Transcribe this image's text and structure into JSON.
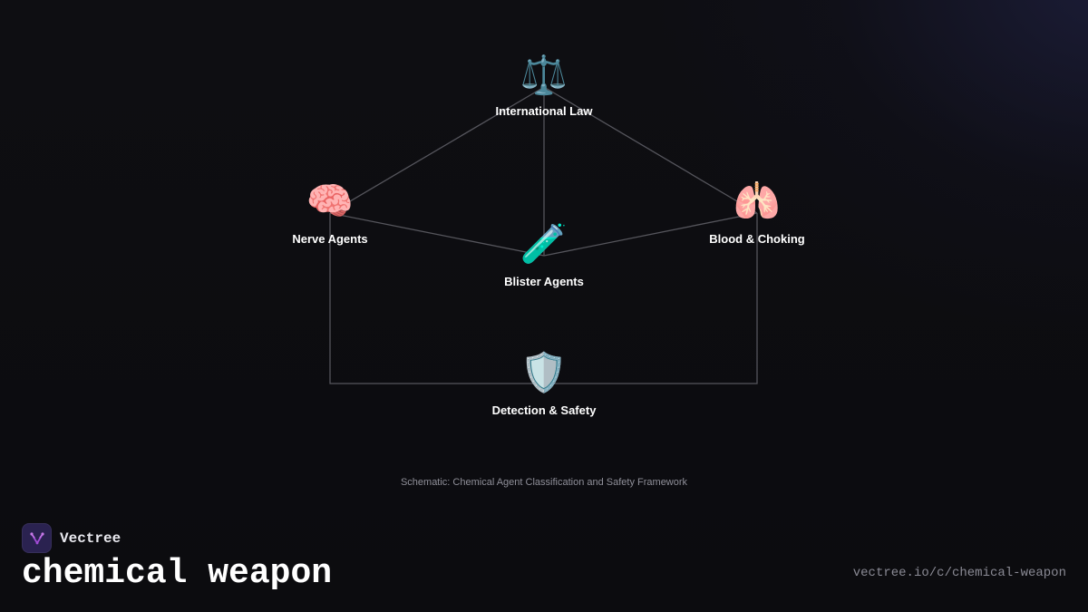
{
  "diagram": {
    "nodes": [
      {
        "id": "law",
        "label": "International Law",
        "icon": "scales-icon",
        "glyph": "⚖️"
      },
      {
        "id": "nerve",
        "label": "Nerve Agents",
        "icon": "brain-icon",
        "glyph": "🧠"
      },
      {
        "id": "blood",
        "label": "Blood & Choking",
        "icon": "lungs-icon",
        "glyph": "🫁"
      },
      {
        "id": "blister",
        "label": "Blister Agents",
        "icon": "test-tube-icon",
        "glyph": "🧪"
      },
      {
        "id": "safety",
        "label": "Detection & Safety",
        "icon": "shield-icon",
        "glyph": "🛡️"
      }
    ],
    "edges": [
      [
        "law",
        "nerve"
      ],
      [
        "law",
        "blood"
      ],
      [
        "law",
        "blister"
      ],
      [
        "nerve",
        "blister"
      ],
      [
        "blood",
        "blister"
      ],
      [
        "nerve",
        "safety"
      ],
      [
        "blood",
        "safety"
      ]
    ],
    "caption": "Schematic: Chemical Agent Classification and Safety Framework",
    "colors": {
      "edge": "#55555c",
      "label": "#ffffff",
      "background": "#0e0e12",
      "logo_accent": "#a24bd6"
    }
  },
  "footer": {
    "brand_name": "Vectree",
    "title": "chemical weapon",
    "url": "vectree.io/c/chemical-weapon"
  }
}
